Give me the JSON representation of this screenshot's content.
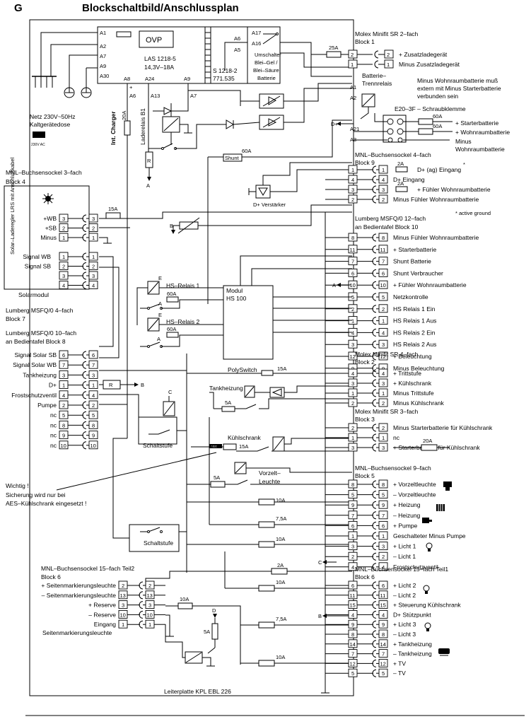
{
  "header": {
    "section_letter": "G",
    "title": "Blockschaltbild/Anschlussplan"
  },
  "power_unit": {
    "ovp": "OVP",
    "model": "LAS 1218-5",
    "rating": "14,3V–18A",
    "s_model": "S 1218-2",
    "s_number": "771.535",
    "switch_label": "Umschalter Blei-Gel / Blei-Säure Batterie",
    "terminals": [
      "A1",
      "A2",
      "A7",
      "A9",
      "A30",
      "A8",
      "A24",
      "A9",
      "A6",
      "A13",
      "A7",
      "A17",
      "A16",
      "A6",
      "A5"
    ],
    "plus_sign": "+"
  },
  "mains": {
    "label_1": "Netz 230V~50Hz",
    "label_2": "Kaltgerätedose",
    "badge": "230V AC"
  },
  "charger": {
    "int_label": "Int. Charger",
    "fuse": "20A",
    "ladeRelais": "Laderelais B1",
    "r_label": "R",
    "a_label": "A",
    "b_label": "B"
  },
  "molex2": {
    "title": "Molex Minifit SR 2–fach",
    "block": "Block 1",
    "fuse": "25A",
    "rows": [
      {
        "pin": "2",
        "label": "+ Zusatzladegerät"
      },
      {
        "pin": "1",
        "label": "Minus Zusatzladegerät"
      }
    ]
  },
  "trennrelais": {
    "label_1": "Batterie–",
    "label_2": "Trennrelais",
    "terminals": [
      "A1",
      "A2",
      "A21",
      "A3"
    ],
    "d_plus": "D+"
  },
  "warning_top": {
    "line_1": "Minus Wohnraumbatterie muß",
    "line_2": "extern mit Minus Starterbatterie",
    "line_3": "verbunden sein"
  },
  "e20": {
    "title": "E20–3F – Schraubklemme",
    "rows": [
      {
        "fuse": "60A",
        "label": "+ Starterbatterie"
      },
      {
        "fuse": "60A",
        "label": "+ Wohnraumbatterie"
      },
      {
        "fuse": "",
        "label": "Minus"
      },
      {
        "fuse": "",
        "label": "Wohnraumbatterie"
      }
    ]
  },
  "shunt": {
    "label": "Shunt",
    "fuse": "60A",
    "verstaerker": "D+ Verstärker"
  },
  "mnl4": {
    "title": "MNL–Buchsensockel 4–fach",
    "block": "Block 9",
    "rows": [
      {
        "pin": "1",
        "fuse": "2A",
        "label": "D+ (ag) Eingang"
      },
      {
        "pin": "4",
        "fuse": "",
        "label": "D+ Eingang"
      },
      {
        "pin": "3",
        "fuse": "2A",
        "label": "+ Fühler Wohnraumbatterie"
      },
      {
        "pin": "2",
        "fuse": "",
        "label": "Minus Fühler Wohnraumbatterie"
      }
    ],
    "asterisk": "*",
    "note": "* active ground"
  },
  "lumberg12": {
    "title": "Lumberg MSFQ/0 12–fach",
    "block": "an Bedientafel Block 10",
    "rows": [
      {
        "pin": "8",
        "label": "Minus Fühler Wohnraumbatterie"
      },
      {
        "pin": "11",
        "label": "+ Starterbatterie"
      },
      {
        "pin": "7",
        "label": "Shunt Batterie"
      },
      {
        "pin": "6",
        "label": "Shunt Verbraucher"
      },
      {
        "pin": "10",
        "label": "+ Fühler Wohnraumbatterie"
      },
      {
        "pin": "5",
        "label": "Netzkontrolle"
      },
      {
        "pin": "2",
        "label": "HS Relais 1 Ein"
      },
      {
        "pin": "1",
        "label": "HS Relais 1 Aus"
      },
      {
        "pin": "4",
        "label": "HS Relais 2 Ein"
      },
      {
        "pin": "3",
        "label": "HS Relais 2 Aus"
      },
      {
        "pin": "12",
        "label": "+ Beleuchtung"
      },
      {
        "pin": "9",
        "label": "Minus Beleuchtung"
      }
    ],
    "a_arrow": "A"
  },
  "mnl3": {
    "title": "MNL–Buchsensockel 3–fach",
    "block": "Block 4",
    "solar_reg": "Solar–Laderegler LRS mit Anschlußkabel",
    "rows": [
      {
        "pin": "3",
        "label": "+WB"
      },
      {
        "pin": "2",
        "label": "+SB"
      },
      {
        "pin": "1",
        "label": "Minus"
      }
    ],
    "fuse": "15A",
    "b_label": "B"
  },
  "lumberg4": {
    "title": "Lumberg MSFQ/0 4–fach",
    "block": "Block 7",
    "solarmodul": "Solarmodul",
    "rows": [
      {
        "pin": "1",
        "label": "Signal WB"
      },
      {
        "pin": "2",
        "label": "Signal SB"
      },
      {
        "pin": "3",
        "label": ""
      },
      {
        "pin": "4",
        "label": ""
      }
    ]
  },
  "hs_relais": {
    "r1": "HS–Relais 1",
    "r2": "HS–Relais 2",
    "fuse1": "60A",
    "fuse2": "60A",
    "e1": "E",
    "e2": "E",
    "a1": "A",
    "a2": "A",
    "modul_1": "Modul",
    "modul_2": "HS 100"
  },
  "lumberg10": {
    "title": "Lumberg MSFQ/0 10–fach",
    "block": "an Bedientafel Block 8",
    "rows": [
      {
        "pin": "6",
        "label": "Signal Solar SB"
      },
      {
        "pin": "7",
        "label": "Signal Solar WB"
      },
      {
        "pin": "3",
        "label": "Tankheizung"
      },
      {
        "pin": "1",
        "label": "D+"
      },
      {
        "pin": "4",
        "label": "Frostschutzventil"
      },
      {
        "pin": "2",
        "label": "Pumpe"
      },
      {
        "pin": "5",
        "label": "nc"
      },
      {
        "pin": "8",
        "label": "nc"
      },
      {
        "pin": "9",
        "label": "nc"
      },
      {
        "pin": "10",
        "label": "nc"
      }
    ],
    "r_label": "R",
    "b_label": "B"
  },
  "schaltstufe": {
    "label_1": "Schaltstufe",
    "label_2": "Schaltstufe",
    "c_label": "C"
  },
  "middle": {
    "polyswitch": "PolySwitch",
    "poly_fuse": "15A",
    "tankheizung": "Tankheizung",
    "tank_fuse": "5A",
    "kuehlschrank": "Kühlschrank",
    "kuehl_fuse": "15A",
    "badge": "AES",
    "vorzelt_1": "Vorzelt–",
    "vorzelt_2": "Leuchte",
    "vorzelt_fuse": "5A",
    "fuses": [
      "10A",
      "7,5A",
      "10A",
      "2A",
      "10A",
      "7,5A",
      "10A"
    ],
    "c_label": "C",
    "b_label": "B"
  },
  "molex4": {
    "title": "Molex Minifit SR 4–fach",
    "block": "Block 2",
    "rows": [
      {
        "pin": "4",
        "label": "+ Trittstufe"
      },
      {
        "pin": "3",
        "label": "+ Kühlschrank"
      },
      {
        "pin": "1",
        "label": "Minus Trittstufe"
      },
      {
        "pin": "2",
        "label": "Minus Kühlschrank"
      }
    ]
  },
  "molex3": {
    "title": "Molex Minifit SR 3–fach",
    "block": "Block 3",
    "rows": [
      {
        "pin": "2",
        "label": "Minus Starterbatterie für Kühlschrank"
      },
      {
        "pin": "1",
        "label": "nc"
      },
      {
        "pin": "3",
        "label": "+ Starterbatterie für Kühlschrank"
      }
    ],
    "fuse": "20A"
  },
  "warning_left": {
    "line_1": "Wichtig !",
    "line_2": "Sicherung wird nur bei",
    "line_3": "AES–Kühlschrank eingesetzt !"
  },
  "mnl9": {
    "title": "MNL–Buchsensockel 9–fach",
    "block": "Block 5",
    "rows": [
      {
        "pin": "8",
        "label": "+ Vorzeltleuchte"
      },
      {
        "pin": "5",
        "label": "– Vorzeltleuchte"
      },
      {
        "pin": "9",
        "label": "+ Heizung"
      },
      {
        "pin": "7",
        "label": "– Heizung"
      },
      {
        "pin": "6",
        "label": "+ Pumpe"
      },
      {
        "pin": "1",
        "label": "Geschalteter Minus Pumpe"
      },
      {
        "pin": "3",
        "label": "+ Licht 1"
      },
      {
        "pin": "2",
        "label": "– Licht 1"
      },
      {
        "pin": "4",
        "label": "Frostschutzventil"
      }
    ]
  },
  "mnl15_1": {
    "title": "MNL–Buchsensockel 15–fach Teil1",
    "block": "Block 6",
    "rows": [
      {
        "pin": "6",
        "label": "+ Licht 2"
      },
      {
        "pin": "11",
        "label": "– Licht 2"
      },
      {
        "pin": "15",
        "label": "+ Steuerung Kühlschrank"
      },
      {
        "pin": "4",
        "label": "D+ Stützpunkt"
      },
      {
        "pin": "9",
        "label": "+ Licht 3"
      },
      {
        "pin": "8",
        "label": "– Licht 3"
      },
      {
        "pin": "14",
        "label": "+ Tankheizung"
      },
      {
        "pin": "7",
        "label": "– Tankheizung"
      },
      {
        "pin": "12",
        "label": "+ TV"
      },
      {
        "pin": "5",
        "label": "– TV"
      }
    ]
  },
  "mnl15_2": {
    "title": "MNL–Buchsensockel 15–fach Teil2",
    "block": "Block 6",
    "rows": [
      {
        "pin": "2",
        "label": "+ Seitenmarkierungsleuchte"
      },
      {
        "pin": "13",
        "label": "– Seitenmarkierungsleuchte"
      },
      {
        "pin": "3",
        "label": "+ Reserve"
      },
      {
        "pin": "10",
        "label": "– Reserve"
      },
      {
        "pin": "1",
        "label": "Eingang"
      }
    ],
    "extra_label": "Seitenmarkierungsleuchte",
    "fuse_10": "10A",
    "fuse_5": "5A",
    "d_label": "D"
  },
  "board": {
    "label": "Leiterplatte KPL EBL 226"
  }
}
